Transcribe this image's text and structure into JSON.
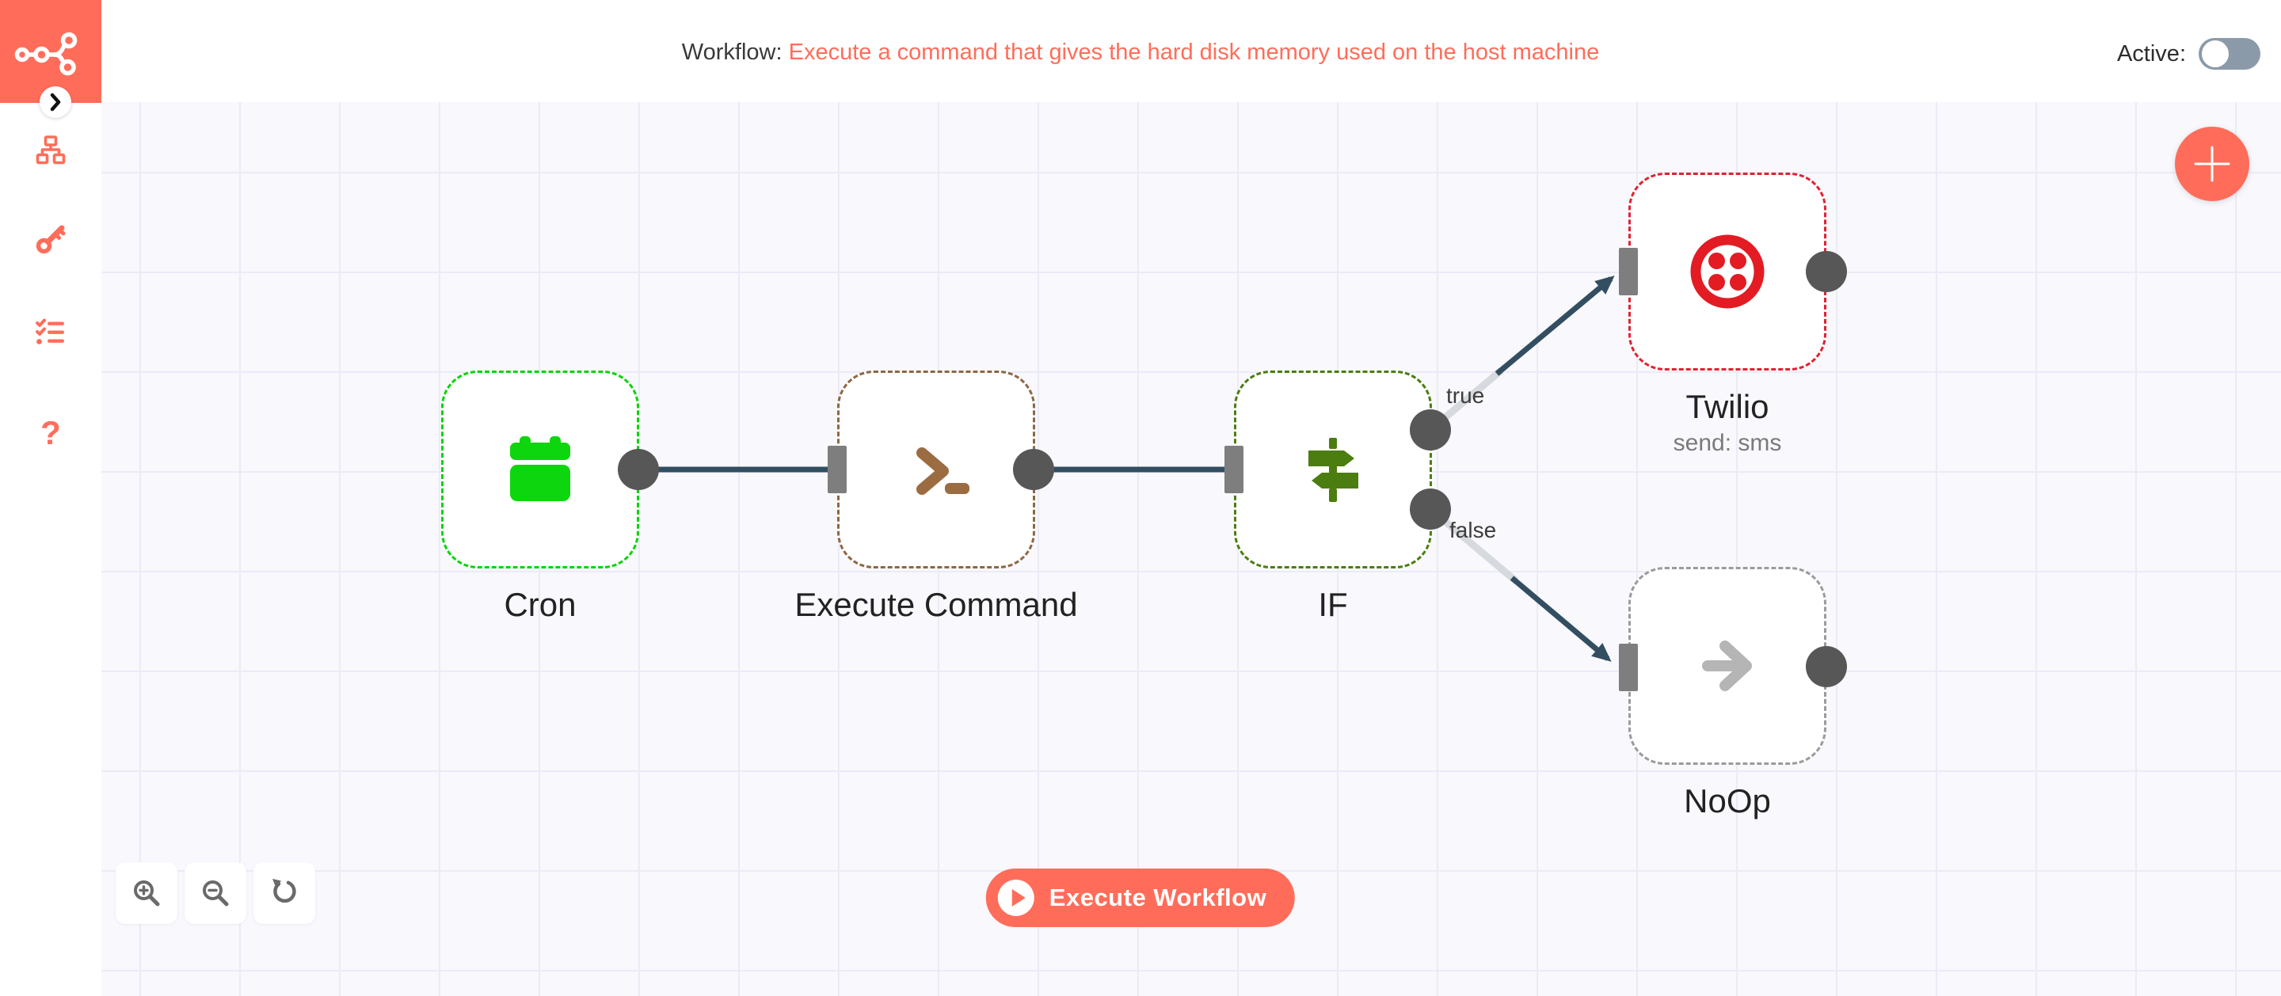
{
  "app": {
    "name": "n8n",
    "brand_color": "#ff6d5a"
  },
  "header": {
    "workflow_label": "Workflow:",
    "workflow_title": "Execute a command that gives the hard disk memory used on the host machine",
    "active_label": "Active:",
    "active_state": "off"
  },
  "sidebar": {
    "icons": [
      {
        "name": "workflows-icon"
      },
      {
        "name": "credentials-icon"
      },
      {
        "name": "executions-icon"
      },
      {
        "name": "help-icon",
        "glyph": "?"
      }
    ],
    "collapse_icon": "chevron-right-icon"
  },
  "canvas": {
    "nodes": [
      {
        "id": "cron",
        "label": "Cron",
        "icon": "calendar-icon",
        "border_color": "#0bd30b"
      },
      {
        "id": "execute-command",
        "label": "Execute Command",
        "icon": "terminal-icon",
        "border_color": "#8d6743"
      },
      {
        "id": "if",
        "label": "IF",
        "icon": "signpost-icon",
        "border_color": "#4b7d10",
        "outputs": [
          "true",
          "false"
        ]
      },
      {
        "id": "twilio",
        "label": "Twilio",
        "subtitle": "send: sms",
        "icon": "twilio-icon",
        "border_color": "#e02231"
      },
      {
        "id": "noop",
        "label": "NoOp",
        "icon": "arrow-right-icon",
        "border_color": "#9b9b9b"
      }
    ],
    "connections": [
      {
        "from": "cron",
        "to": "execute-command"
      },
      {
        "from": "execute-command",
        "to": "if"
      },
      {
        "from": "if",
        "output": "true",
        "to": "twilio"
      },
      {
        "from": "if",
        "output": "false",
        "to": "noop"
      }
    ],
    "connection_labels": {
      "true_label": "true",
      "false_label": "false"
    },
    "execute_button_label": "Execute Workflow",
    "zoom_controls": [
      "zoom-in-icon",
      "zoom-out-icon",
      "reset-zoom-icon"
    ],
    "add_node_icon": "plus-icon",
    "colors": {
      "connection_line": "#334e61",
      "connection_light": "#d6d9dd",
      "output_connector": "#575757",
      "input_port": "#7e7e7e",
      "grid_line": "#ebebf7",
      "canvas_bg": "#f8f8fd"
    }
  }
}
